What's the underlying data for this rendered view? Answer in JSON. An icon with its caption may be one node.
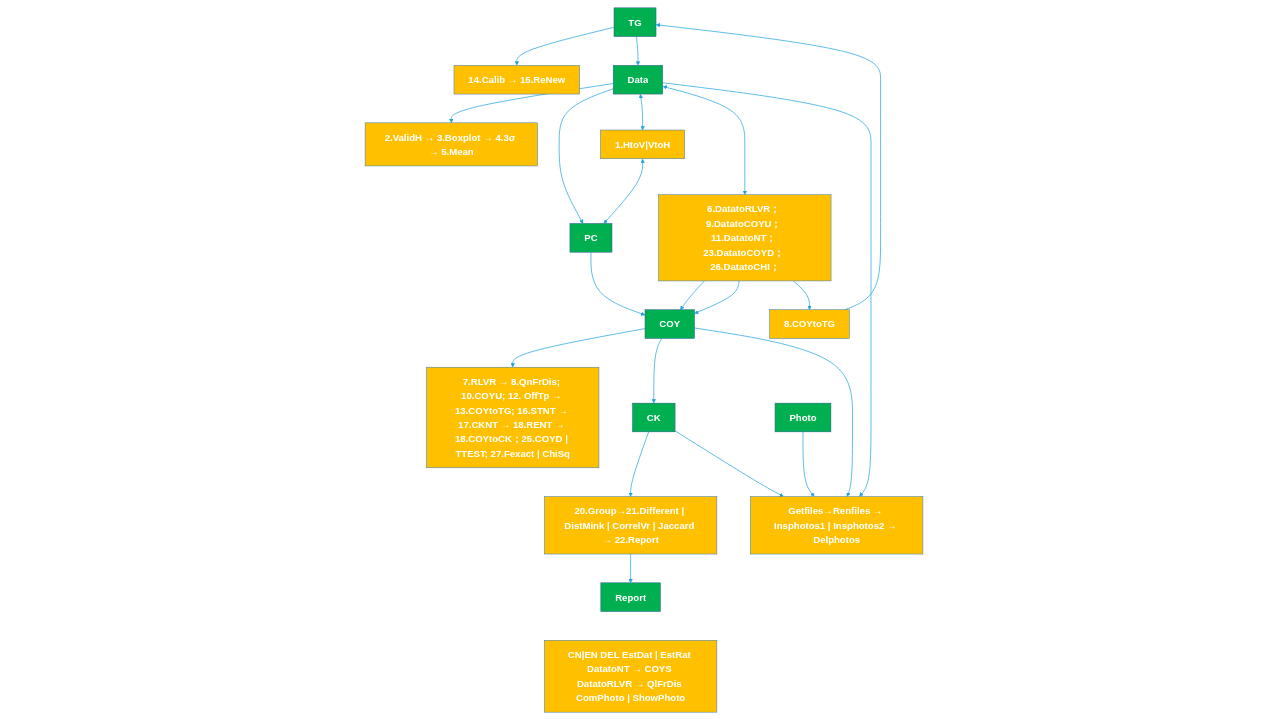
{
  "diagram": {
    "nodes": [
      {
        "text": [
          "TG"
        ]
      },
      {
        "text": [
          "14.Calib → 15.ReNew"
        ]
      },
      {
        "text": [
          "8.COYtoTG"
        ]
      },
      {
        "text": [
          "Data"
        ]
      },
      {
        "text": [
          "2.ValidH → 3.Boxplot → 4.3σ → 5.Mean"
        ]
      },
      {
        "text": [
          "1.HtoV|VtoH"
        ]
      },
      {
        "text": [
          "PC"
        ]
      },
      {
        "text": [
          "6.DatatoRLVR； 9.DatatoCOYU； 11.DatatoNT； 23.DatatoCOYD； 26.DatatoCHI；"
        ]
      },
      {
        "text": [
          "COY"
        ]
      },
      {
        "text": [
          "7.RLVR → 8.QnFrDis; 10.COYU; 12. OffTp → 13.COYtoTG; 16.STNT → 17.CKNT → 18.RENT → 18.COYtoCK；25.COYD | TTEST; 27.Fexact | ChiSq"
        ]
      },
      {
        "text": [
          "CK"
        ]
      },
      {
        "text": [
          "20.Group→21.Different | DistMink | CorrelVr | Jaccard → 22.Report"
        ]
      },
      {
        "text": [
          "Photo"
        ]
      },
      {
        "text": [
          "Getfiles→Renfiles → Insphotos1 | Insphotos2 → Delphotos"
        ]
      },
      {
        "text": [
          "Report"
        ]
      },
      {
        "text": [
          "CN|EN DEL EstDat | EstRat DatatoNT → COYS DatatoRLVR → QlFrDis ComPhoto | ShowPhoto"
        ]
      }
    ],
    "edges": [
      {
        "from": 2,
        "to": 0,
        "arrow": "to"
      },
      {
        "from": 0,
        "to": 1,
        "arrow": "to"
      },
      {
        "from": 0,
        "to": 3,
        "arrow": "to"
      },
      {
        "from": 3,
        "to": 4,
        "arrow": "to"
      },
      {
        "from": 3,
        "to": 6,
        "arrow": "to"
      },
      {
        "from": 3,
        "to": 5,
        "arrow": "both"
      },
      {
        "from": 3,
        "to": 7,
        "arrow": "both"
      },
      {
        "from": 5,
        "to": 6,
        "arrow": "both"
      },
      {
        "from": 6,
        "to": 8,
        "arrow": "to"
      },
      {
        "from": 7,
        "to": 8,
        "arrow": "to"
      },
      {
        "from": 7,
        "to": 8,
        "arrow": "to"
      },
      {
        "from": 7,
        "to": 2,
        "arrow": "to"
      },
      {
        "from": 8,
        "to": 9,
        "arrow": "to"
      },
      {
        "from": 8,
        "to": 10,
        "arrow": "to"
      },
      {
        "from": 10,
        "to": 11,
        "arrow": "to"
      },
      {
        "from": 3,
        "to": 13,
        "arrow": "to"
      },
      {
        "from": 8,
        "to": 13,
        "arrow": "to"
      },
      {
        "from": 10,
        "to": 13,
        "arrow": "to"
      },
      {
        "from": 12,
        "to": 13,
        "arrow": "to"
      },
      {
        "from": 11,
        "to": 14,
        "arrow": "to"
      }
    ]
  }
}
